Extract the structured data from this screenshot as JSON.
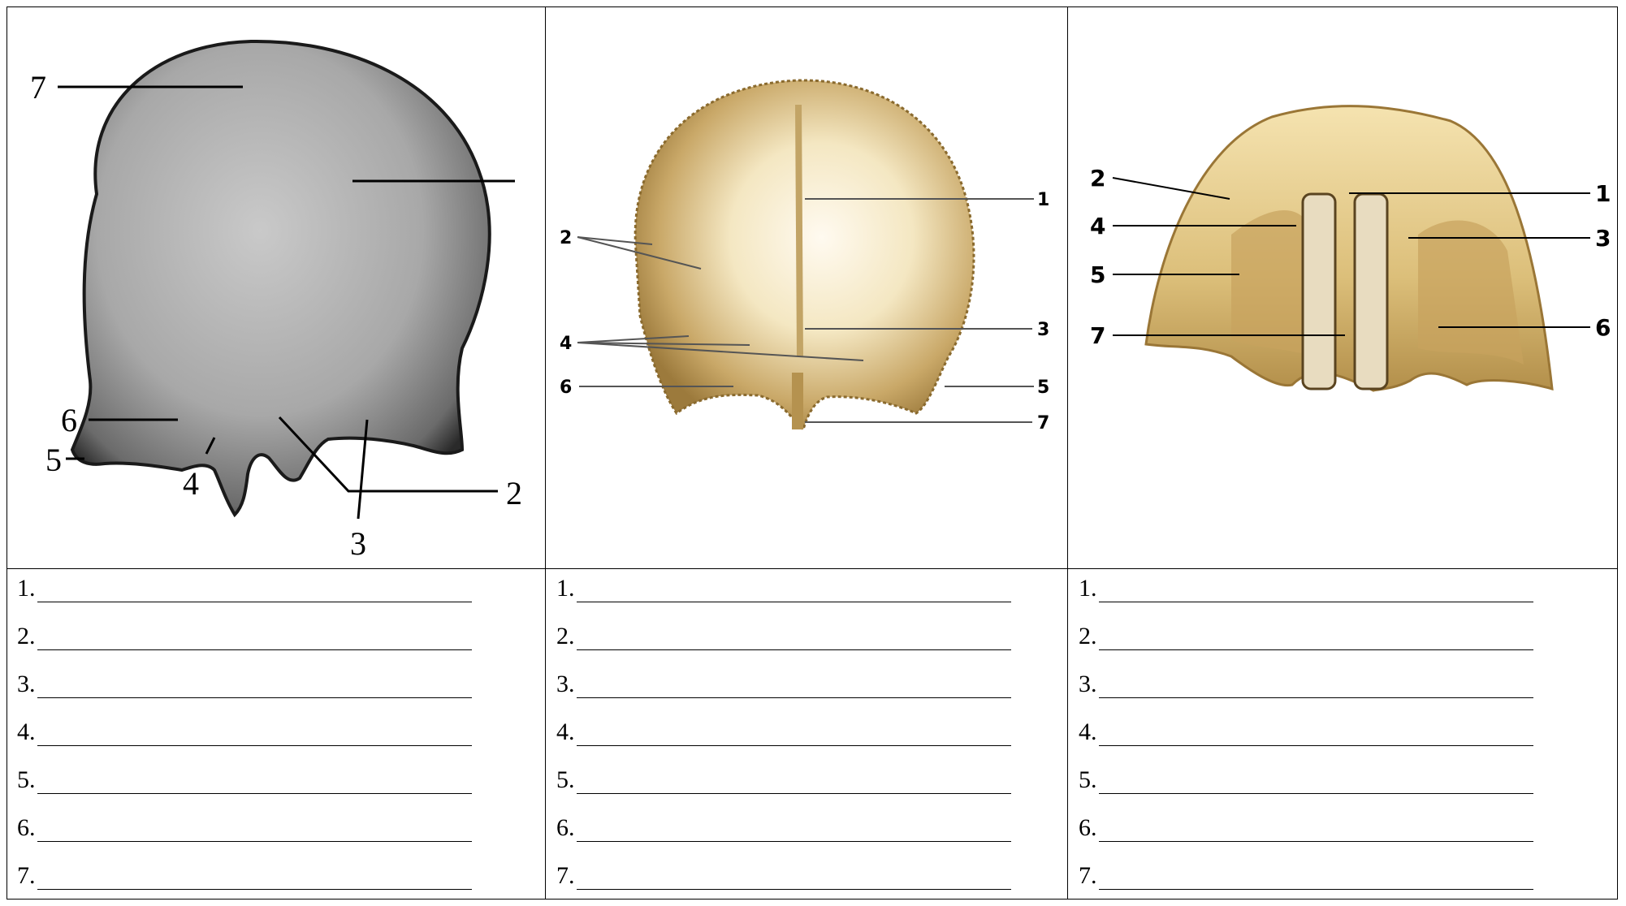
{
  "panels": [
    {
      "labels": [
        "7",
        "6",
        "5",
        "4",
        "3",
        "2"
      ],
      "answers": [
        "1.",
        "2.",
        "3.",
        "4.",
        "5.",
        "6.",
        "7."
      ]
    },
    {
      "labels": [
        "1",
        "2",
        "3",
        "4",
        "5",
        "6",
        "7"
      ],
      "answers": [
        "1.",
        "2.",
        "3.",
        "4.",
        "5.",
        "6.",
        "7."
      ]
    },
    {
      "labels": [
        "2",
        "4",
        "5",
        "7",
        "1",
        "3",
        "6"
      ],
      "answers": [
        "1.",
        "2.",
        "3.",
        "4.",
        "5.",
        "6.",
        "7."
      ]
    }
  ]
}
